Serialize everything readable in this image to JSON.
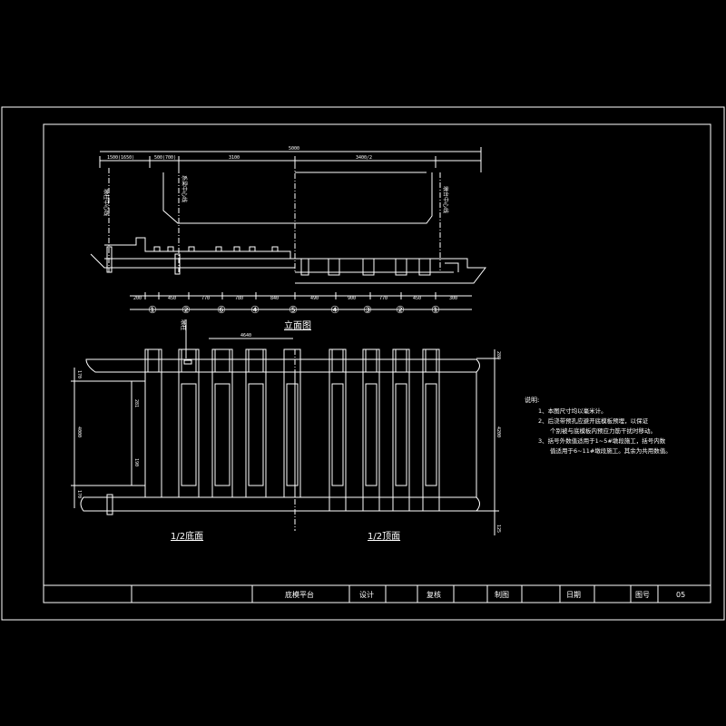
{
  "elevation": {
    "caption": "立面图",
    "top_dims": [
      "1500(1650)",
      "500(700)",
      "3100",
      "3400/2",
      "5000"
    ],
    "left_vertical_label": "墩柱中心线",
    "mid_vertical_label": "系梁中心线",
    "right_vertical_label": "墩台中心线",
    "bottom_dims": [
      "200",
      "450",
      "770",
      "780",
      "840",
      "490",
      "900",
      "770",
      "450",
      "300"
    ],
    "circle_numbers": [
      "①",
      "②",
      "⑥",
      "④",
      "⑤",
      "④",
      "③",
      "②",
      "①"
    ]
  },
  "plan": {
    "left_caption": "1/2底面",
    "right_caption": "1/2顶面",
    "pier_label": "墩柱",
    "top_dim": "4640",
    "right_top_dim": "280",
    "right_total_dim": "4200",
    "right_bottom_dim": "125",
    "left_dims": [
      "170",
      "4000",
      "170"
    ],
    "inner_dims": [
      "281",
      "190"
    ]
  },
  "notes": {
    "heading": "说明:",
    "items": [
      "1、本图尺寸均以毫米计。",
      "2、后浇带预孔应避开底模板预埋，以保证",
      "个别被与底模板内预应力筋干扰时移动。",
      "3、括号外数值适用于1~5#墩段施工，括号内数",
      "值适用于6~11#墩段施工。其余为共用数值。"
    ]
  },
  "title_block": {
    "drawing_name": "底模平台",
    "design": "设计",
    "review": "复核",
    "draft": "制图",
    "date": "日期",
    "sheet_label": "图号",
    "sheet_no": "05"
  }
}
